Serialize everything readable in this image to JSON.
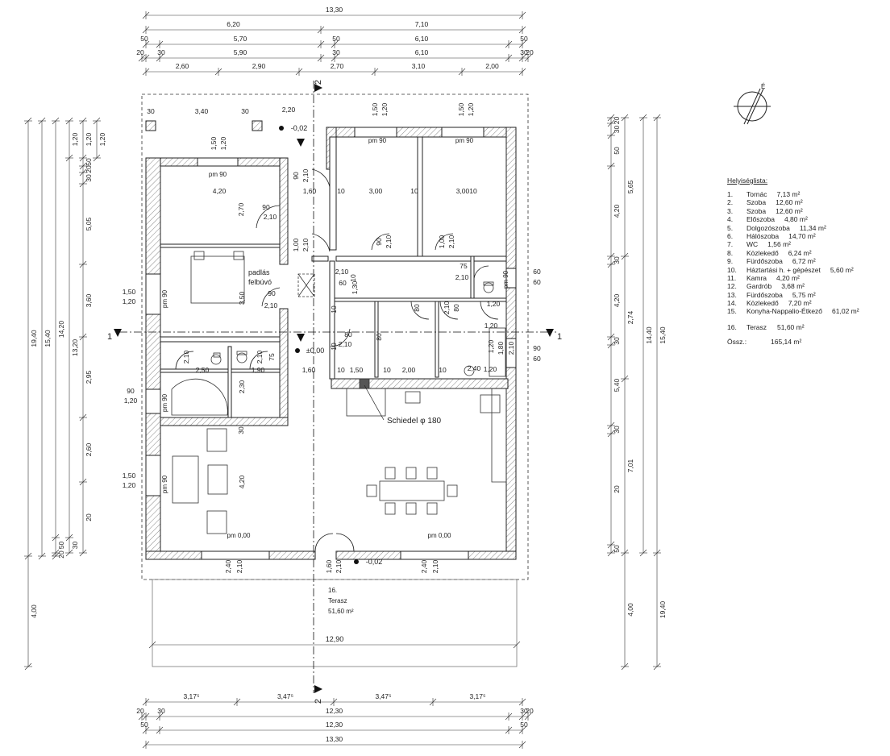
{
  "plan": {
    "top_dims": {
      "row1": [
        "13,30"
      ],
      "row2": [
        "6,20",
        "7,10"
      ],
      "row3": [
        "50",
        "5,70",
        "50",
        "6,10",
        "50"
      ],
      "row4": [
        "20",
        "30",
        "5,90",
        "30",
        "6,10",
        "30",
        "20"
      ],
      "row5": [
        "2,60",
        "2,90",
        "2,70",
        "3,10",
        "2,00"
      ]
    },
    "bottom_dims": {
      "row1": [
        "3,17⁵",
        "3,47⁵",
        "3,47⁵",
        "3,17⁵"
      ],
      "row2": [
        "20",
        "30",
        "12,30",
        "30",
        "20"
      ],
      "row3": [
        "50",
        "12,30",
        "50"
      ],
      "row4": [
        "13,30"
      ]
    },
    "left_dims": {
      "col1": [
        "19,40",
        "4,00"
      ],
      "col2": [
        "15,40"
      ],
      "col3": [
        "14,20",
        "50",
        "20"
      ],
      "col4": [
        "1,20",
        "13,20",
        "30"
      ],
      "col5": [
        "1,20",
        "50",
        "20",
        "30",
        "5,05",
        "3,60",
        "2,95",
        "2,60",
        "20"
      ],
      "col6": [
        "1,20"
      ]
    },
    "right_dims": {
      "col1": [
        "20",
        "30",
        "50",
        "4,20",
        "30",
        "4,20",
        "30",
        "5,40",
        "30",
        "20",
        "50"
      ],
      "col2": [
        "5,65",
        "2,74",
        "7,01",
        "4,00"
      ],
      "col3": [
        "14,40"
      ],
      "col4": [
        "15,40",
        "19,40"
      ]
    },
    "section_marks": [
      "1",
      "1",
      "2",
      "2"
    ],
    "window_dims": [
      "1,50",
      "1,20",
      "1,50",
      "1,20",
      "1,50",
      "1,20",
      "1,50",
      "1,20",
      "90",
      "1,20",
      "1,50",
      "1,20",
      "60",
      "60",
      "90",
      "60",
      "2,40",
      "2,10",
      "2,40",
      "2,10",
      "1,60",
      "2,10",
      "1,20",
      "1,20",
      "1,80",
      "2,10"
    ],
    "door_dims": [
      "90",
      "2,10",
      "90",
      "2,10",
      "90",
      "2,10",
      "1,00",
      "2,10",
      "1,00",
      "2,10",
      "90",
      "2,10",
      "80",
      "2,10",
      "80",
      "2,10",
      "80",
      "2,10",
      "75",
      "2,10",
      "75",
      "2,10",
      "80",
      "2,10",
      "60"
    ],
    "room_dims": [
      "3,40",
      "2,20",
      "30",
      "30",
      "4,20",
      "2,70",
      "3,50",
      "1,60",
      "3,00",
      "3,00",
      "10",
      "10",
      "10",
      "2,50",
      "1,90",
      "1,60",
      "1,50",
      "2,00",
      "2,40",
      "2,30",
      "4,20",
      "30",
      "10",
      "10",
      "10",
      "10",
      "10",
      "10",
      "1,20",
      "1,20",
      "1,30"
    ],
    "parapets": [
      "pm 90",
      "pm 90",
      "pm 90",
      "pm 90",
      "pm 90",
      "pm 90",
      "pm 90",
      "pm 0,00",
      "pm 0,00"
    ],
    "levels": [
      "-0,02",
      "±0,00",
      "-0,02"
    ],
    "attic_label": [
      "padlás",
      "felbúvó"
    ],
    "chimney_label": "Schiedel  φ 180",
    "terrace": {
      "num": "16.",
      "name": "Terasz",
      "area": "51,60 m²",
      "width": "12,90"
    },
    "north_label": "É"
  },
  "legend": {
    "title": "Helyiséglista:",
    "rooms": [
      {
        "n": "1.",
        "name": "Tornác",
        "area": "7,13 m²"
      },
      {
        "n": "2.",
        "name": "Szoba",
        "area": "12,60 m²"
      },
      {
        "n": "3.",
        "name": "Szoba",
        "area": "12,60 m²"
      },
      {
        "n": "4.",
        "name": "Előszoba",
        "area": "4,80 m²"
      },
      {
        "n": "5.",
        "name": "Dolgozószoba",
        "area": "11,34 m²"
      },
      {
        "n": "6.",
        "name": "Hálószoba",
        "area": "14,70 m²"
      },
      {
        "n": "7.",
        "name": "WC",
        "area": "1,56 m²"
      },
      {
        "n": "8.",
        "name": "Közlekedő",
        "area": "6,24 m²"
      },
      {
        "n": "9.",
        "name": "Fürdőszoba",
        "area": "6,72 m²"
      },
      {
        "n": "10.",
        "name": "Háztartási h. + gépészet",
        "area": "5,60 m²"
      },
      {
        "n": "11.",
        "name": "Kamra",
        "area": "4,20 m²"
      },
      {
        "n": "12.",
        "name": "Gardrób",
        "area": "3,68 m²"
      },
      {
        "n": "13.",
        "name": "Fürdőszoba",
        "area": "5,75 m²"
      },
      {
        "n": "14.",
        "name": "Közlekedő",
        "area": "7,20 m²"
      },
      {
        "n": "15.",
        "name": "Konyha-Nappalio-Étkező",
        "area": "61,02 m²"
      }
    ],
    "terrace": {
      "n": "16.",
      "name": "Terasz",
      "area": "51,60 m²"
    },
    "total_label": "Össz.:",
    "total_value": "165,14 m²"
  }
}
